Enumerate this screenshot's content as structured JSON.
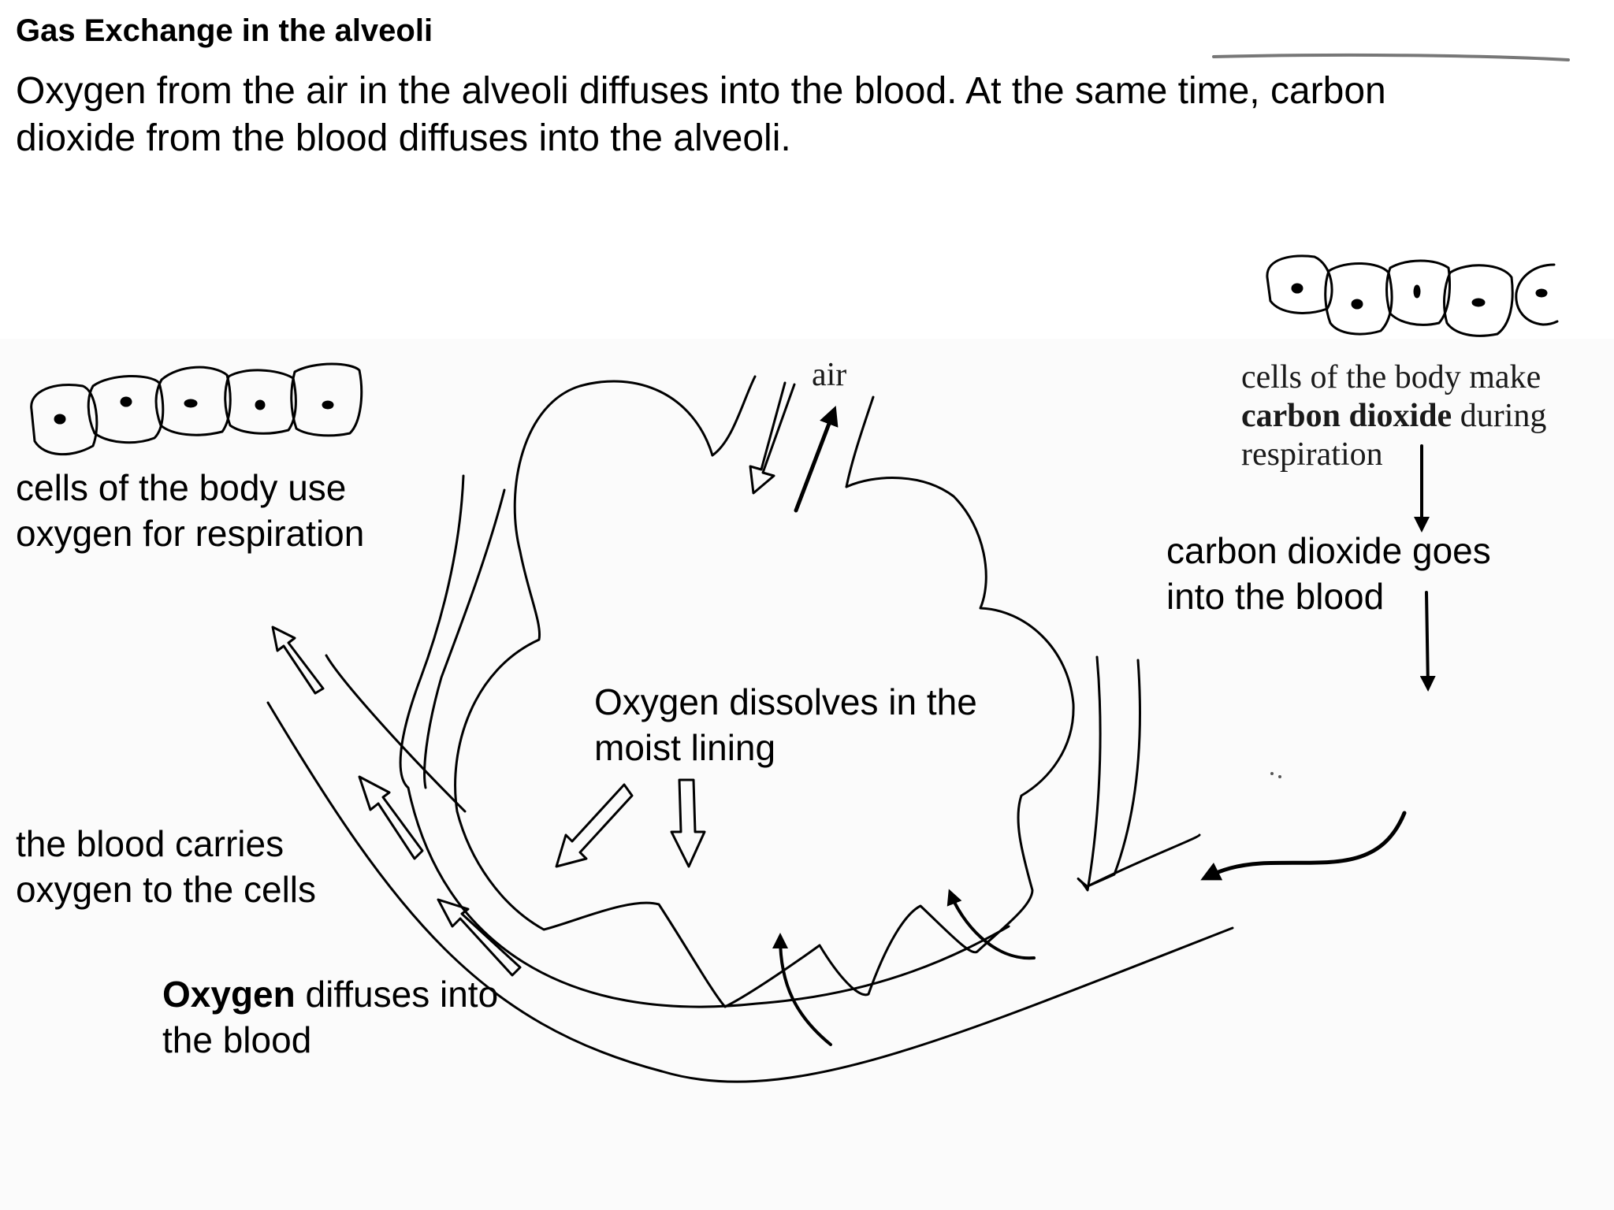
{
  "title": "Gas Exchange in the alveoli",
  "intro": {
    "line1": "Oxygen from the air in the alveoli diffuses into the blood. At the same time, carbon",
    "line2": "dioxide from the blood diffuses into the alveoli."
  },
  "labels": {
    "cells_use": {
      "line1": "cells of the body use",
      "line2": "oxygen for respiration"
    },
    "blood_carries": {
      "line1": "the blood carries",
      "line2": "oxygen to the cells"
    },
    "oxygen_diffuses": {
      "bold": "Oxygen",
      "rest": " diffuses into",
      "line2": "the blood"
    },
    "oxygen_dissolves": {
      "line1": "Oxygen dissolves in the",
      "line2": "moist lining"
    },
    "co2_goes": {
      "line1": "carbon dioxide goes",
      "line2": "into the blood"
    },
    "air": "air",
    "cells_make": {
      "line1": "cells of the body make",
      "bold": "carbon dioxide",
      "rest": " during",
      "line3": "respiration"
    }
  },
  "colors": {
    "ink": "#000000",
    "background": "#ffffff"
  }
}
